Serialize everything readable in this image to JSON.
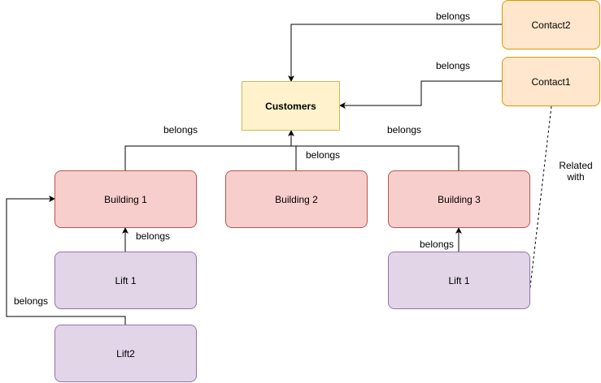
{
  "nodes": {
    "customers": {
      "label": "Customers",
      "fill": "#fff2cc",
      "stroke": "#d6b656"
    },
    "contact1": {
      "label": "Contact1",
      "fill": "#ffe6cc",
      "stroke": "#d79b00"
    },
    "contact2": {
      "label": "Contact2",
      "fill": "#ffe6cc",
      "stroke": "#d79b00"
    },
    "building1": {
      "label": "Building 1",
      "fill": "#f8cecc",
      "stroke": "#b85450"
    },
    "building2": {
      "label": "Building 2",
      "fill": "#f8cecc",
      "stroke": "#b85450"
    },
    "building3": {
      "label": "Building 3",
      "fill": "#f8cecc",
      "stroke": "#b85450"
    },
    "lift1_left": {
      "label": "Lift 1",
      "fill": "#e1d5e7",
      "stroke": "#9673a6"
    },
    "lift2": {
      "label": "Lift2",
      "fill": "#e1d5e7",
      "stroke": "#9673a6"
    },
    "lift1_right": {
      "label": "Lift 1",
      "fill": "#e1d5e7",
      "stroke": "#9673a6"
    }
  },
  "edges": {
    "contact2_customers": "belongs",
    "contact1_customers": "belongs",
    "building1_customers": "belongs",
    "building2_customers": "belongs",
    "building3_customers": "belongs",
    "lift1_building1": "belongs",
    "lift2_building1": "belongs",
    "lift1_building3": "belongs",
    "contact1_lift1": "Related with"
  }
}
